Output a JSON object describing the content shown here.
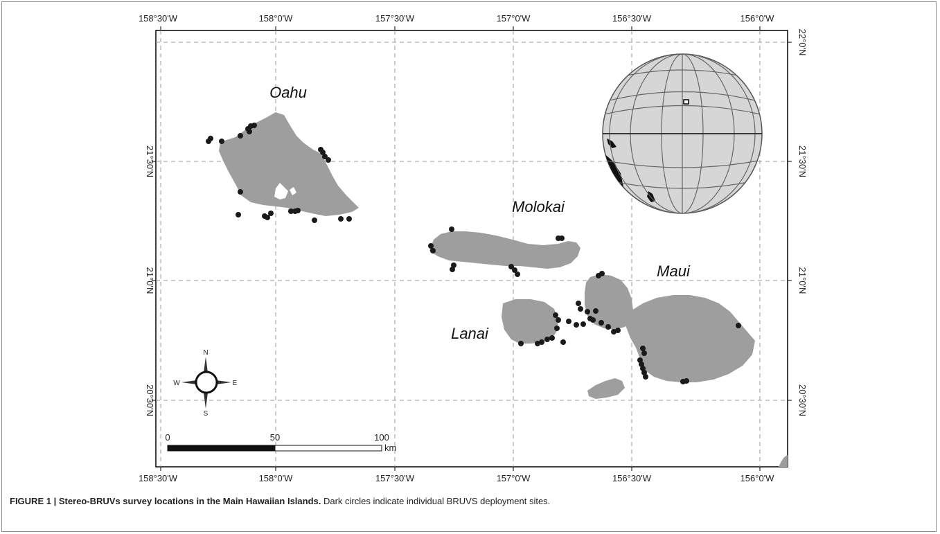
{
  "map": {
    "top_lon_labels": [
      "158°30'W",
      "158°0'W",
      "157°30'W",
      "157°0'W",
      "156°30'W",
      "156°0'W"
    ],
    "bottom_lon_labels": [
      "158°30'W",
      "158°0'W",
      "157°30'W",
      "157°0'W",
      "156°30'W",
      "156°0'W"
    ],
    "left_lat_labels": [
      "21°30'N",
      "21°0'N",
      "20°30'N"
    ],
    "right_lat_labels": [
      "22°0'N",
      "21°30'N",
      "21°0'N",
      "20°30'N"
    ],
    "islands": [
      {
        "name": "Oahu"
      },
      {
        "name": "Molokai"
      },
      {
        "name": "Maui"
      },
      {
        "name": "Lanai"
      }
    ],
    "compass": {
      "n": "N",
      "s": "S",
      "e": "E",
      "w": "W"
    },
    "scale_bar": {
      "labels": [
        "0",
        "50",
        "100"
      ],
      "unit": "km"
    },
    "colors": {
      "land": "#9e9e9e",
      "site": "#1a1a1a",
      "grid": "#9a9a9a",
      "globe_land": "#111111",
      "globe_ocean": "#d6d6d6"
    }
  },
  "caption": {
    "title": "FIGURE 1 | Stereo-BRUVs survey locations in the Main Hawaiian Islands.",
    "body": " Dark circles indicate individual BRUVS deployment sites."
  }
}
